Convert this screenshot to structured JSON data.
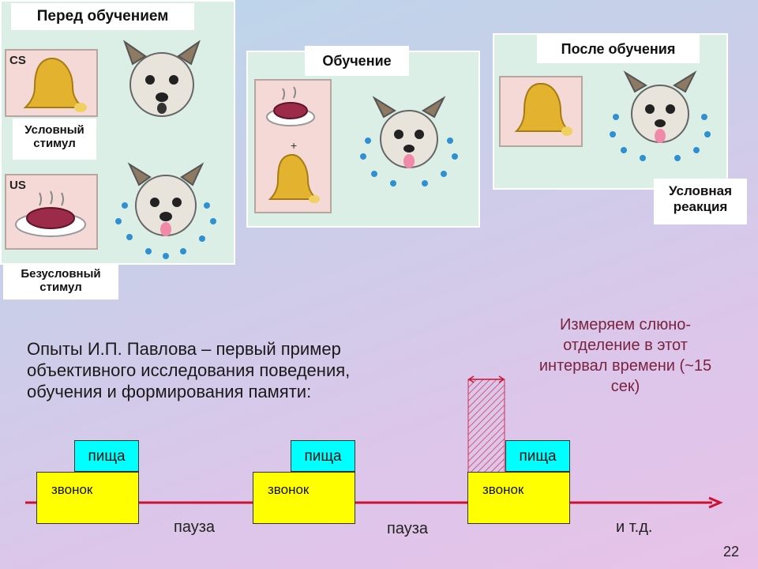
{
  "panels": {
    "before": {
      "title": "Перед обучением",
      "cs_tag": "CS",
      "us_tag": "US"
    },
    "training": {
      "title": "Обучение",
      "plus": "+"
    },
    "after": {
      "title": "После обучения"
    }
  },
  "labels": {
    "conditioned_stimulus": "Условный стимул",
    "unconditioned_stimulus": "Безусловный стимул",
    "conditioned_response": "Условная реакция"
  },
  "main_text": "Опыты И.П. Павлова – первый пример объективного исследования поведения, обучения и формирования памяти:",
  "note": "Измеряем слюно-отделение в этот интервал времени (~15 сек)",
  "timeline": {
    "food_label": "пища",
    "bell_label": "звонок",
    "gap_labels": [
      "пауза",
      "пауза",
      "и т.д."
    ]
  },
  "page_number": "22",
  "colors": {
    "bell_box": "#ffff00",
    "food_box": "#00ffff",
    "arrow": "#cc1133",
    "hatch": "#cc3355"
  }
}
